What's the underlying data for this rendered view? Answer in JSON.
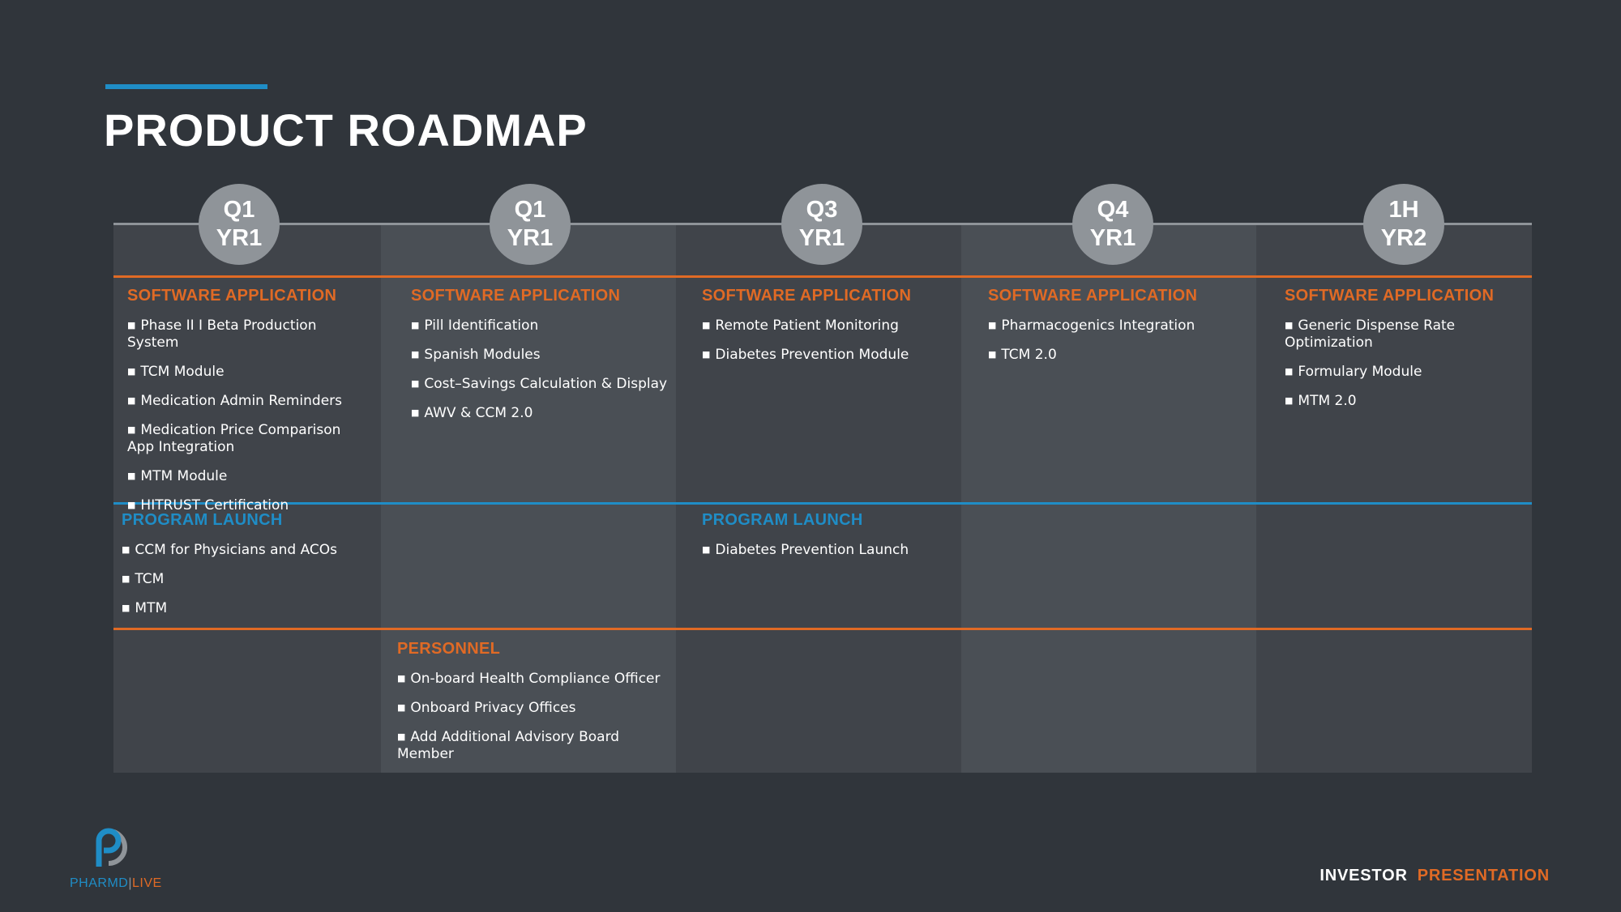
{
  "title": "PRODUCT ROADMAP",
  "colors": {
    "background": "#30353b",
    "accent_orange": "#e06a25",
    "accent_blue": "#1f8dc6",
    "milestone_grey": "#8f9499"
  },
  "milestones": [
    {
      "line1": "Q1",
      "line2": "YR1"
    },
    {
      "line1": "Q1",
      "line2": "YR1"
    },
    {
      "line1": "Q3",
      "line2": "YR1"
    },
    {
      "line1": "Q4",
      "line2": "YR1"
    },
    {
      "line1": "1H",
      "line2": "YR2"
    }
  ],
  "software": [
    {
      "title": "SOFTWARE APPLICATION",
      "items": [
        "Phase II I Beta Production System",
        "TCM Module",
        "Medication Admin Reminders",
        "Medication Price Comparison App Integration",
        "MTM Module",
        "HITRUST Certification"
      ]
    },
    {
      "title": "SOFTWARE APPLICATION",
      "items": [
        "Pill Identification",
        "Spanish Modules",
        "Cost–Savings Calculation & Display",
        "AWV & CCM 2.0"
      ]
    },
    {
      "title": "SOFTWARE APPLICATION",
      "items": [
        "Remote Patient Monitoring",
        "Diabetes Prevention Module"
      ]
    },
    {
      "title": "SOFTWARE APPLICATION",
      "items": [
        "Pharmacogenics Integration",
        "TCM 2.0"
      ]
    },
    {
      "title": "SOFTWARE APPLICATION",
      "items": [
        "Generic Dispense Rate Optimization",
        "Formulary Module",
        "MTM 2.0"
      ]
    }
  ],
  "program_launch": [
    {
      "title": "PROGRAM LAUNCH",
      "items": [
        "CCM for Physicians and ACOs",
        "TCM",
        "MTM"
      ]
    },
    {
      "title": "PROGRAM LAUNCH",
      "items": [
        "Diabetes Prevention Launch"
      ]
    }
  ],
  "personnel": {
    "title": "PERSONNEL",
    "items": [
      "On-board Health Compliance Officer",
      "Onboard Privacy Offices",
      "Add Additional Advisory Board Member"
    ]
  },
  "logo": {
    "part1": "PHARMD",
    "part2": "LIVE",
    "icon": "pharmd-live-logo-icon"
  },
  "footer": {
    "word1": "INVESTOR",
    "word2": "PRESENTATION"
  }
}
